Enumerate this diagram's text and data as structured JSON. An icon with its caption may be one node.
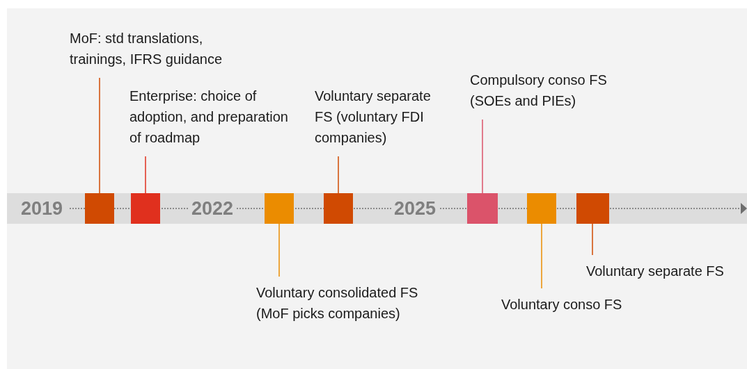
{
  "diagram": {
    "nodes": [
      {
        "text": [
          "MoF: std translations, trainings, IFRS guidance"
        ]
      },
      {
        "text": [],
        "shape": "box"
      },
      {
        "text": [
          "Enterprise: choice of adoption, and preparation of roadmap"
        ]
      },
      {
        "text": [],
        "shape": "box"
      },
      {
        "text": [],
        "shape": "box"
      },
      {
        "text": [
          "Voluntary consolidated FS (MoF picks companies)"
        ]
      },
      {
        "text": [
          "Voluntary separate FS (voluntary FDI companies)"
        ]
      },
      {
        "text": [],
        "shape": "box"
      },
      {
        "text": [
          "Compulsory conso FS (SOEs and PIEs)"
        ]
      },
      {
        "text": [],
        "shape": "box"
      },
      {
        "text": [],
        "shape": "box"
      },
      {
        "text": [
          "Voluntary conso FS"
        ]
      },
      {
        "text": [],
        "shape": "box"
      },
      {
        "text": [
          "Voluntary separate FS"
        ]
      }
    ],
    "edges": [
      {
        "from": 0,
        "to": 1,
        "arrow": "none"
      },
      {
        "from": 2,
        "to": 3,
        "arrow": "none",
        "color": "#e0301e"
      },
      {
        "from": 5,
        "to": 4,
        "arrow": "none",
        "color": "#eb8c00"
      },
      {
        "from": 6,
        "to": 7,
        "arrow": "none"
      },
      {
        "from": 8,
        "to": 9,
        "arrow": "none",
        "color": "#db536a"
      },
      {
        "from": 11,
        "to": 10,
        "arrow": "none",
        "color": "#eb8c00"
      },
      {
        "from": 13,
        "to": 12,
        "arrow": "none"
      }
    ],
    "labels": [
      "2019",
      "2022",
      "2025"
    ]
  }
}
